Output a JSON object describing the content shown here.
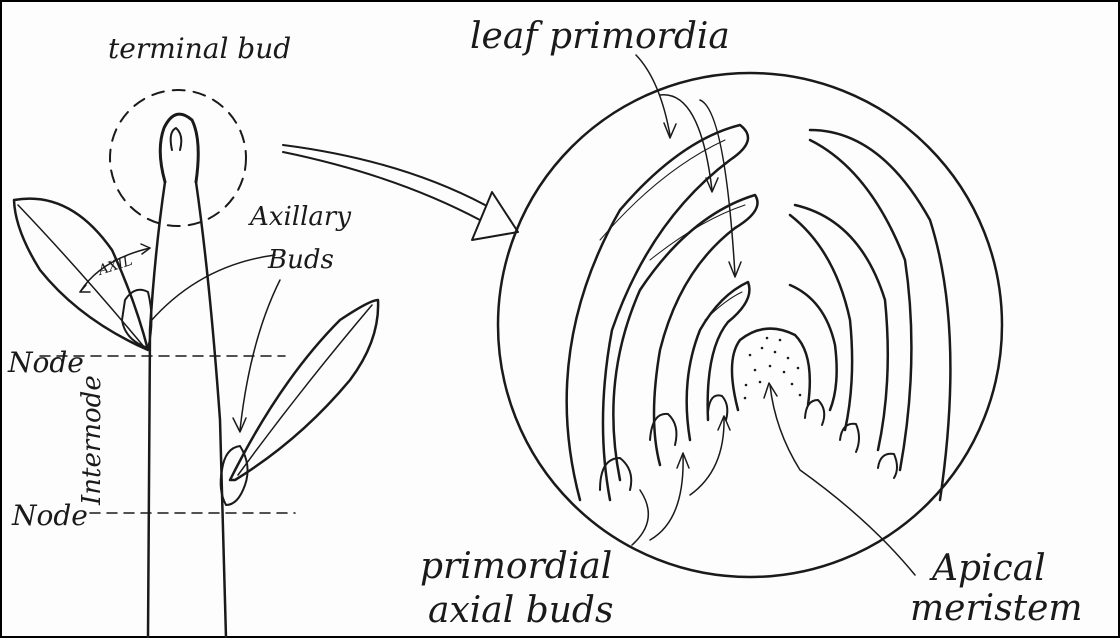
{
  "labels": {
    "terminal_bud": "terminal bud",
    "axil": "AXIL",
    "axillary_line1": "Axillary",
    "axillary_line2": "Buds",
    "node_top": "Node",
    "internode": "Internode",
    "node_bottom": "Node",
    "leaf_primordia": "leaf primordia",
    "primordial_line1": "primordial",
    "primordial_line2": "axial buds",
    "apical_line1": "Apical",
    "apical_line2": "meristem"
  },
  "colors": {
    "ink": "#1a1a1a",
    "paper": "#fdfdfd",
    "frame": "#000000"
  }
}
